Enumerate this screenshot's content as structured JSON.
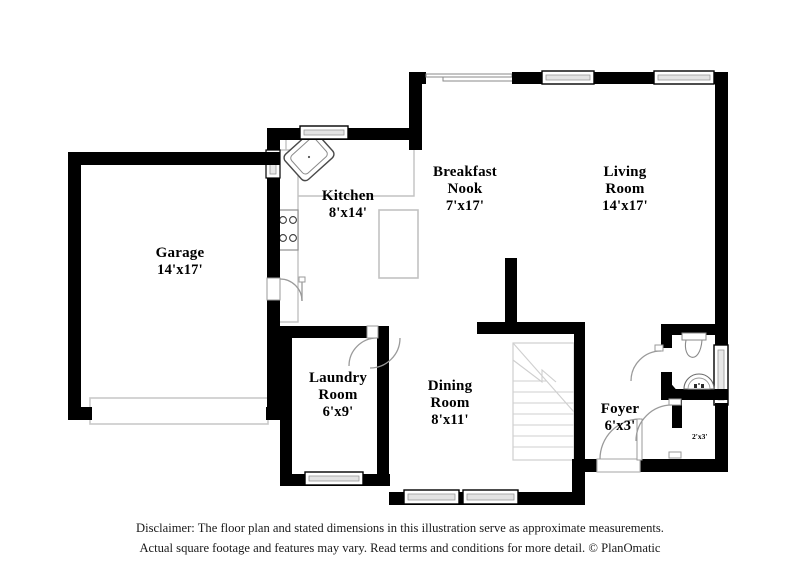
{
  "document": {
    "type": "floor-plan",
    "background_color": "#ffffff",
    "wall_color": "#000000",
    "fixture_color": "#b8b8b8",
    "text_color": "#000000"
  },
  "rooms": [
    {
      "id": "garage",
      "name": "Garage",
      "dimensions": "14'x17'"
    },
    {
      "id": "kitchen",
      "name": "Kitchen",
      "dimensions": "8'x14'"
    },
    {
      "id": "breakfast_nook",
      "name_line1": "Breakfast",
      "name_line2": "Nook",
      "dimensions": "7'x17'"
    },
    {
      "id": "living_room",
      "name_line1": "Living",
      "name_line2": "Room",
      "dimensions": "14'x17'"
    },
    {
      "id": "laundry_room",
      "name_line1": "Laundry",
      "name_line2": "Room",
      "dimensions": "6'x9'"
    },
    {
      "id": "dining_room",
      "name_line1": "Dining",
      "name_line2": "Room",
      "dimensions": "8'x11'"
    },
    {
      "id": "foyer",
      "name": "Foyer",
      "dimensions": "6'x3'"
    },
    {
      "id": "half_bath",
      "name": "",
      "dimensions": "2'x3'"
    }
  ],
  "labels": {
    "garage_name": "Garage",
    "garage_dim": "14'x17'",
    "kitchen_name": "Kitchen",
    "kitchen_dim": "8'x14'",
    "nook_name_1": "Breakfast",
    "nook_name_2": "Nook",
    "nook_dim": "7'x17'",
    "living_name_1": "Living",
    "living_name_2": "Room",
    "living_dim": "14'x17'",
    "laundry_name_1": "Laundry",
    "laundry_name_2": "Room",
    "laundry_dim": "6'x9'",
    "dining_name_1": "Dining",
    "dining_name_2": "Room",
    "dining_dim": "8'x11'",
    "foyer_name": "Foyer",
    "foyer_dim": "6'x3'",
    "halfbath_dim": "2'x3'"
  },
  "footer": {
    "line1": "Disclaimer: The floor plan and stated dimensions in this illustration serve as approximate measurements.",
    "line2": "Actual square footage and features may vary. Read terms and conditions for more detail. © PlanOmatic"
  },
  "features": {
    "sliding_door_top": "sliding-glass-door",
    "window_living_1": "window",
    "window_living_2": "window",
    "window_kitchen": "window",
    "window_kitchen_side": "window",
    "window_bath": "window",
    "window_laundry": "window",
    "window_dining_1": "window",
    "window_dining_2": "window",
    "garage_overhead_door": "garage-door",
    "front_door": "entry-door",
    "door_garage_to_kitchen": "swing-door",
    "door_laundry": "swing-door",
    "door_bath": "swing-door",
    "door_closet": "swing-door",
    "stairs": "staircase-with-winders",
    "sink_corner": "kitchen-sink",
    "range": "cooktop-range",
    "refrigerator": "refrigerator",
    "toilet": "toilet",
    "vanity_sink": "bathroom-sink"
  }
}
